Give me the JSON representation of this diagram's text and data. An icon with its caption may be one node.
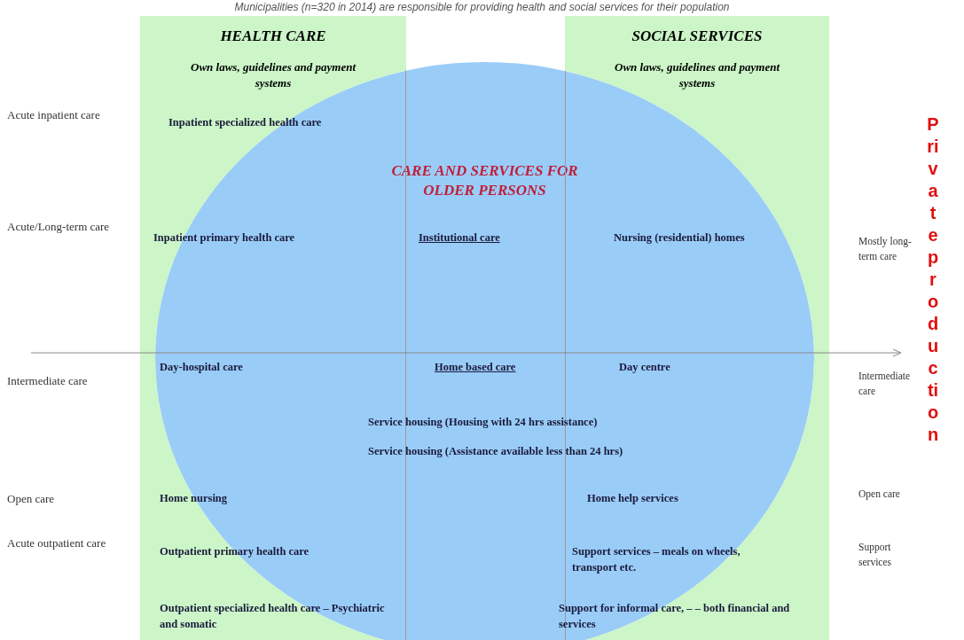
{
  "diagram": {
    "title": "Municipalities (n=320 in 2014) are responsible for providing health and social services for their population",
    "nodes": [
      {
        "text": [
          "HEALTH CARE",
          "Own laws, guidelines and payment systems"
        ]
      },
      {
        "text": [
          "SOCIAL SERVICES",
          "Own laws, guidelines and payment systems"
        ]
      },
      {
        "text": [
          "CARE AND SERVICES FOR OLDER PERSONS"
        ]
      }
    ],
    "edges": [],
    "labels": [
      "Acute inpatient care",
      "Inpatient specialized health care",
      "Acute/Long-term care",
      "Inpatient primary health care",
      "Institutional care",
      "Nursing (residential) homes",
      "Mostly long-term care",
      "Day-hospital care",
      "Home based care",
      "Day centre",
      "Intermediate care",
      "Intermediate care",
      "Service housing (Housing with 24 hrs assistance)",
      "Service housing (Assistance available less than 24 hrs)",
      "Open care",
      "Home nursing",
      "Home help services",
      "Open care",
      "Acute outpatient care",
      "Outpatient primary health care",
      "Support services – meals on wheels, transport etc.",
      "Support services",
      "Outpatient specialized health care – Psychiatric and somatic",
      "Support for informal care, – – both financial and services",
      "Private production"
    ]
  }
}
